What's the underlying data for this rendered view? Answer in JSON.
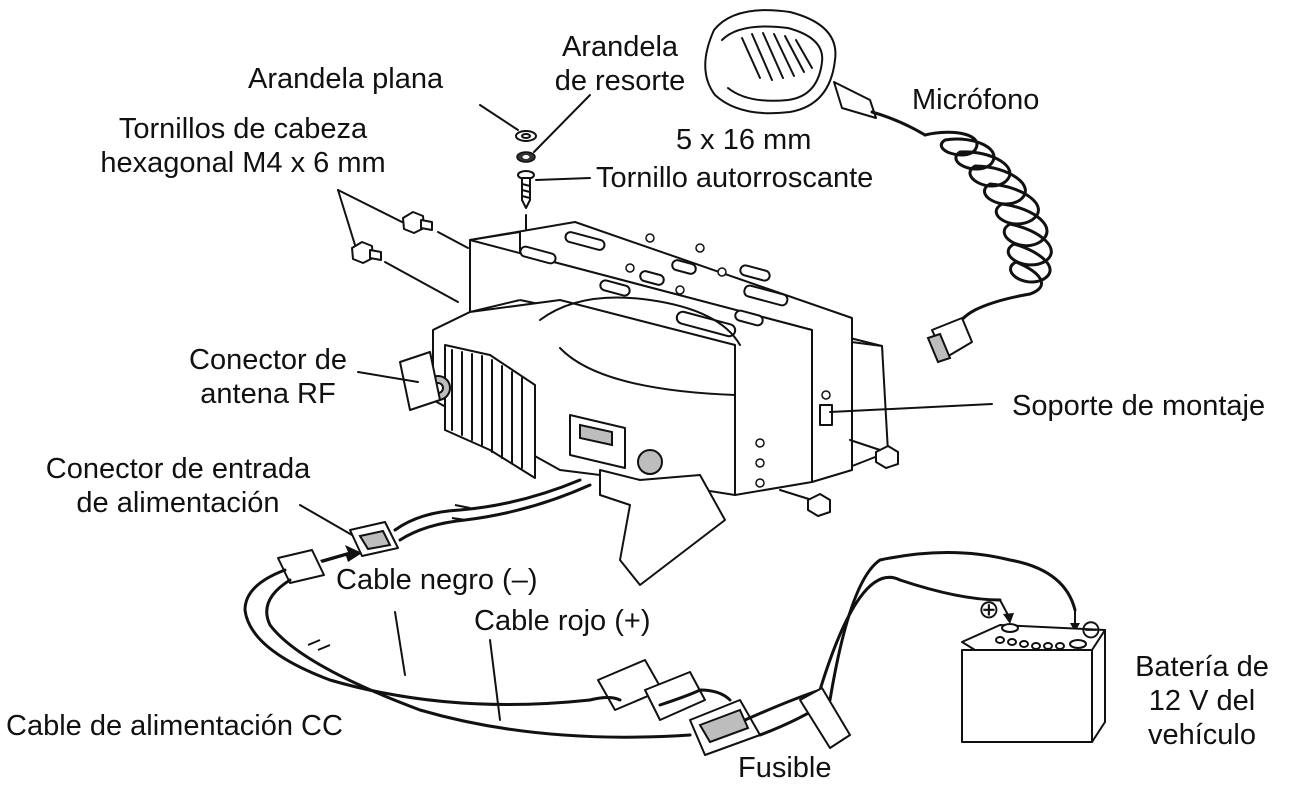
{
  "labels": {
    "arandela_resorte": [
      "Arandela",
      "de resorte"
    ],
    "arandela_plana": "Arandela plana",
    "microfono": "Micrófono",
    "tornillos_hex": [
      "Tornillos de cabeza",
      "hexagonal M4 x 6 mm"
    ],
    "tornillo_size": "5 x 16 mm",
    "tornillo_auto": "Tornillo autorroscante",
    "conector_antena": [
      "Conector de",
      "antena RF"
    ],
    "soporte": "Soporte de montaje",
    "conector_entrada": [
      "Conector de entrada",
      "de alimentación"
    ],
    "cable_negro": "Cable negro (–)",
    "cable_rojo": "Cable rojo (+)",
    "cable_cc": "Cable de alimentación CC",
    "bateria": [
      "Batería de",
      "12 V del",
      "vehículo"
    ],
    "fusible": "Fusible",
    "pos_symbol": "⊕",
    "neg_symbol": "⊖"
  }
}
